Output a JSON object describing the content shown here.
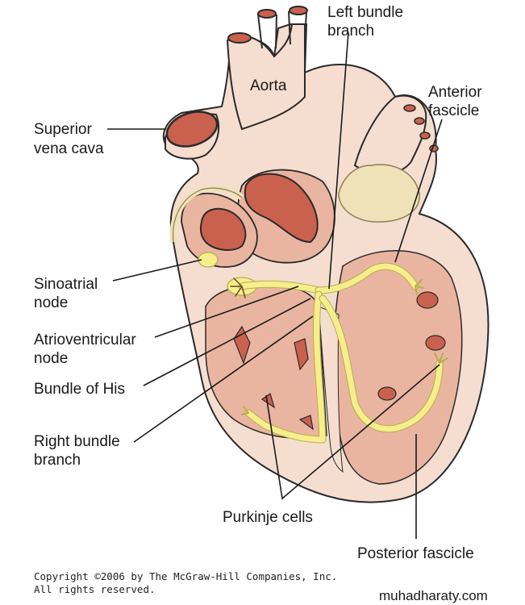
{
  "labels": {
    "left_bundle_branch": [
      "Left bundle",
      "branch"
    ],
    "aorta": "Aorta",
    "anterior_fascicle": [
      "Anterior",
      "fascicle"
    ],
    "superior_vena_cava": [
      "Superior",
      "vena cava"
    ],
    "sinoatrial_node": [
      "Sinoatrial",
      "node"
    ],
    "atrioventricular_node": [
      "Atrioventricular",
      "node"
    ],
    "bundle_of_his": "Bundle of His",
    "right_bundle_branch": [
      "Right bundle",
      "branch"
    ],
    "purkinje_cells": "Purkinje cells",
    "posterior_fascicle": "Posterior fascicle"
  },
  "copyright": [
    "Copyright ©2006 by The McGraw-Hill Companies, Inc.",
    "All rights reserved."
  ],
  "watermark": "muhadharaty.com",
  "colors": {
    "outer_heart": "#f5ddd0",
    "chamber": "#e9b5a0",
    "vessel_opening": "#c9614e",
    "conduction": "#f6ee8c",
    "fat": "#efe2b8",
    "outline": "#2a2a2a"
  }
}
